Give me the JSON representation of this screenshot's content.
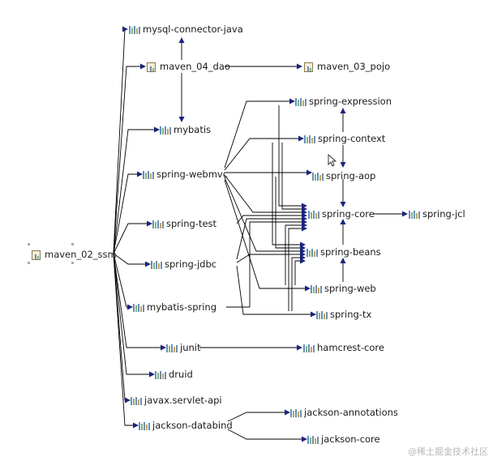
{
  "nodes": {
    "mysql_connector_java": "mysql-connector-java",
    "maven_04_dao": "maven_04_dao",
    "maven_03_pojo": "maven_03_pojo",
    "mybatis": "mybatis",
    "spring_webmvc": "spring-webmvc",
    "spring_test": "spring-test",
    "maven_02_ssm": "maven_02_ssm",
    "spring_jdbc": "spring-jdbc",
    "mybatis_spring": "mybatis-spring",
    "junit": "junit",
    "druid": "druid",
    "javax_servlet_api": "javax.servlet-api",
    "jackson_databind": "jackson-databind",
    "spring_expression": "spring-expression",
    "spring_context": "spring-context",
    "spring_aop": "spring-aop",
    "spring_core": "spring-core",
    "spring_jcl": "spring-jcl",
    "spring_beans": "spring-beans",
    "spring_web": "spring-web",
    "spring_tx": "spring-tx",
    "hamcrest_core": "hamcrest-core",
    "jackson_annotations": "jackson-annotations",
    "jackson_core": "jackson-core"
  },
  "icons": {
    "dependency": "jar-icon",
    "module": "maven-module-icon",
    "pointer": "mouse-cursor-icon"
  },
  "colors": {
    "edge": "#000000",
    "arrow_head": "#1a237e",
    "text": "#1a1a1a",
    "watermark": "#b8b8b8"
  },
  "watermark": "@稀土掘金技术社区"
}
